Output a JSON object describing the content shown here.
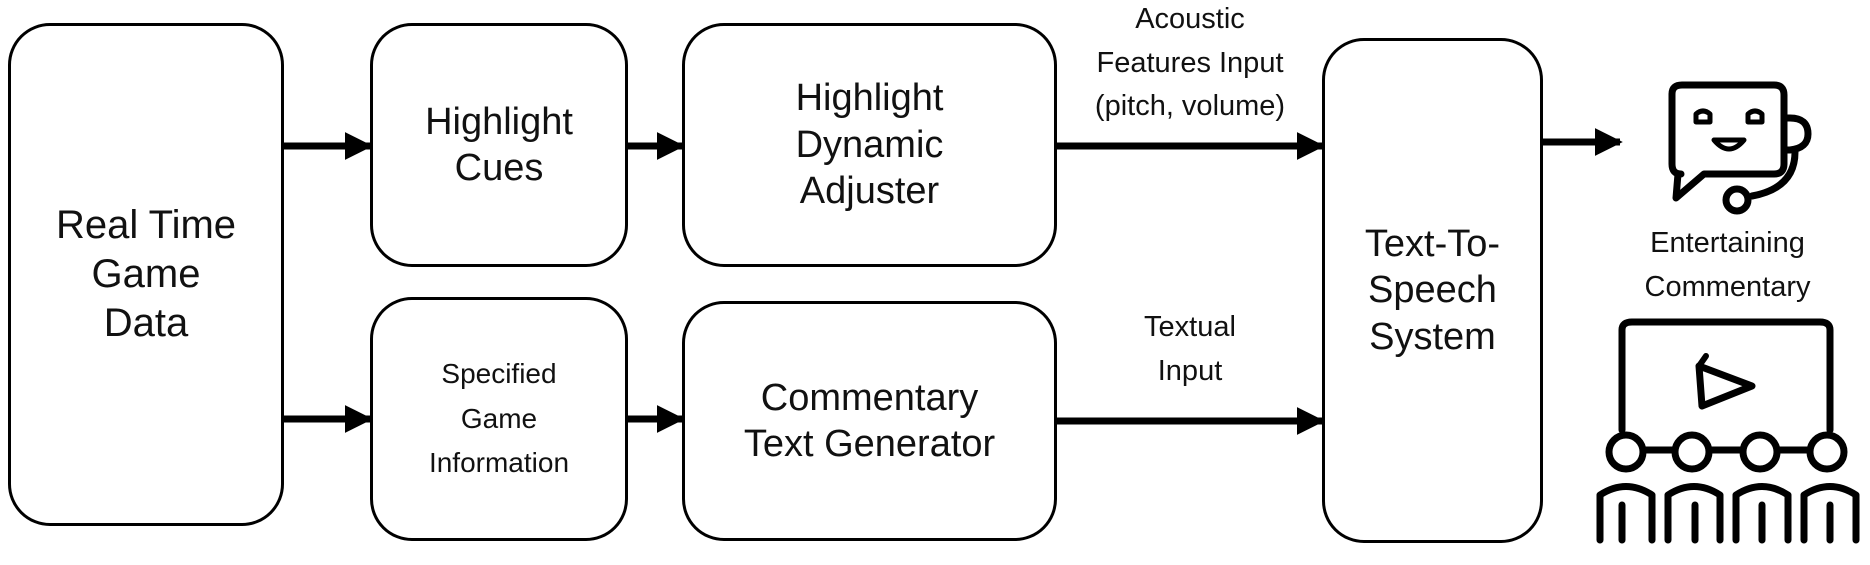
{
  "diagram": {
    "nodes": {
      "realtime": "Real Time\nGame\nData",
      "highlight_cues": "Highlight\nCues",
      "specified_info": "Specified\nGame\nInformation",
      "dynamic_adjuster": "Highlight\nDynamic\nAdjuster",
      "text_generator": "Commentary\nText Generator",
      "tts": "Text-To-\nSpeech\nSystem"
    },
    "edge_labels": {
      "acoustic": "Acoustic\nFeatures Input\n(pitch, volume)",
      "textual": "Textual\nInput"
    },
    "output_label": "Entertaining\nCommentary",
    "icons": [
      "chatbot-icon",
      "audience-screen-icon"
    ]
  }
}
